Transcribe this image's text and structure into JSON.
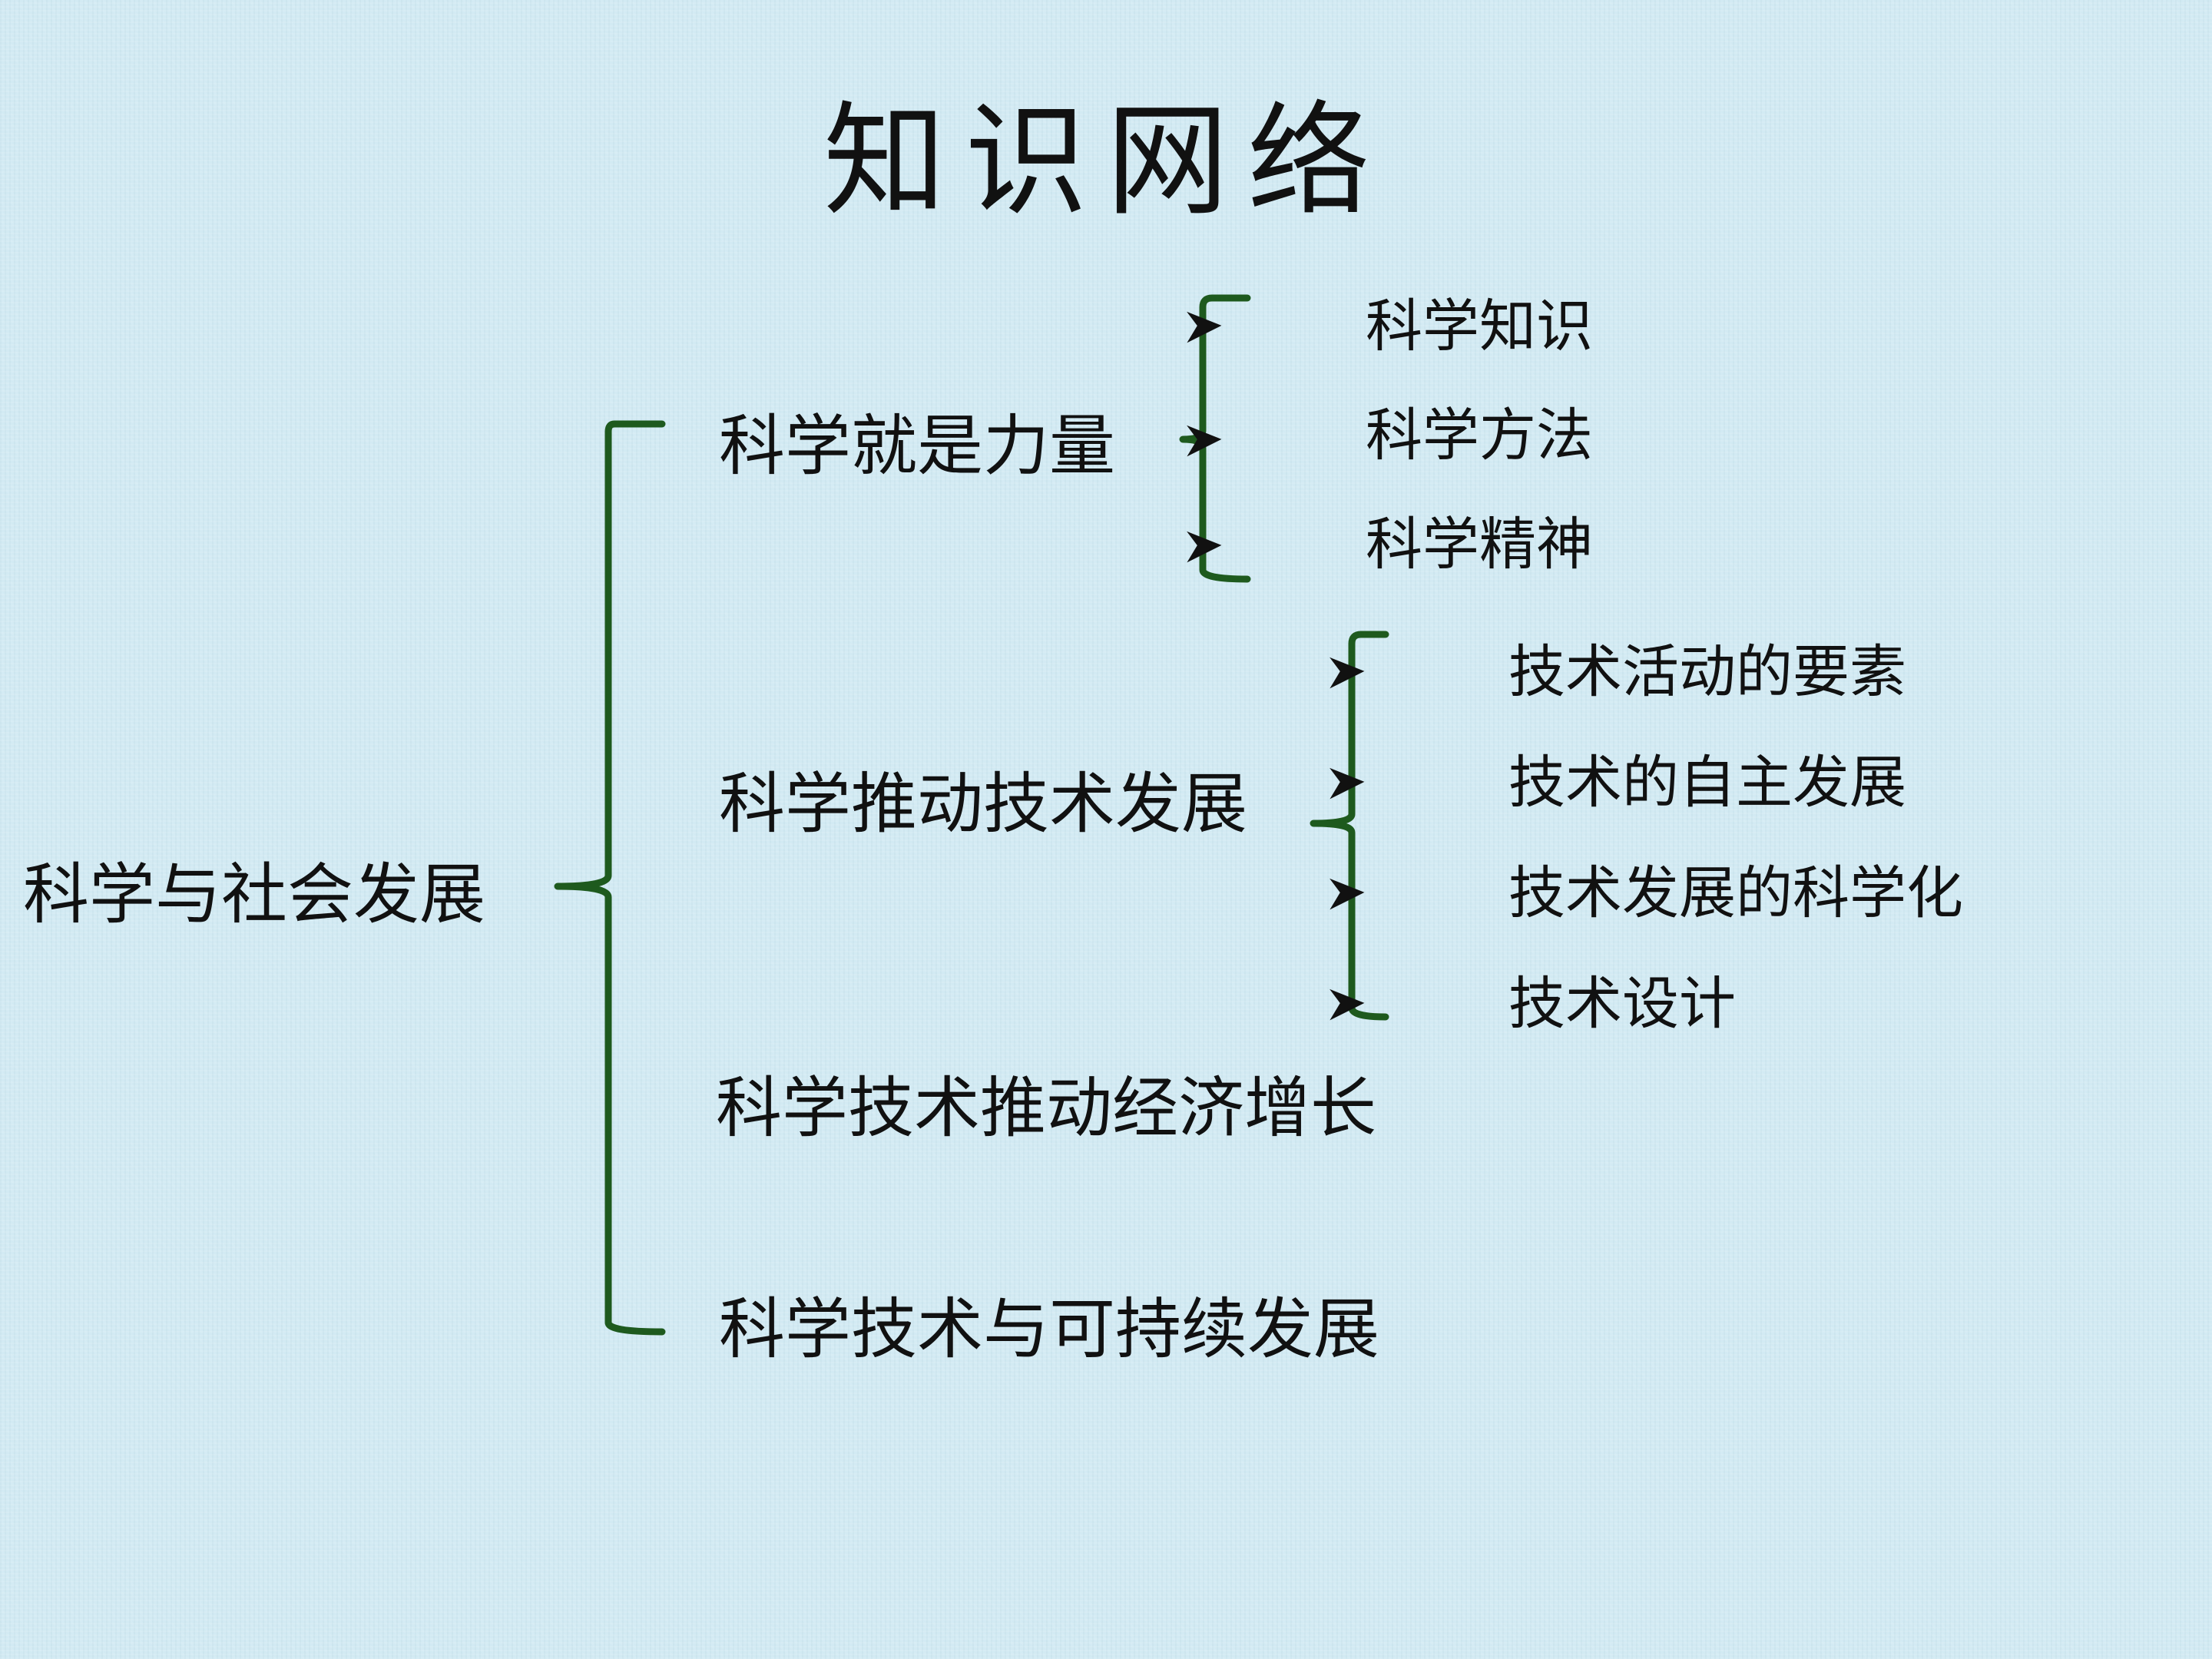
{
  "title": "知识网络",
  "root": "科学与社会发展",
  "branches": [
    {
      "label": "科学就是力量",
      "items": [
        "科学知识",
        "科学方法",
        "科学精神"
      ]
    },
    {
      "label": "科学推动技术发展",
      "items": [
        "技术活动的要素",
        "技术的自主发展",
        "技术发展的科学化",
        "技术设计"
      ]
    },
    {
      "label": "科学技术推动经济增长",
      "items": []
    },
    {
      "label": "科学技术与可持续发展",
      "items": []
    }
  ],
  "colors": {
    "background": "#d2eaf3",
    "bracket": "#1e5a1e",
    "text": "#111111"
  },
  "icons": {
    "bullet": "arrowhead-bullet-icon"
  }
}
